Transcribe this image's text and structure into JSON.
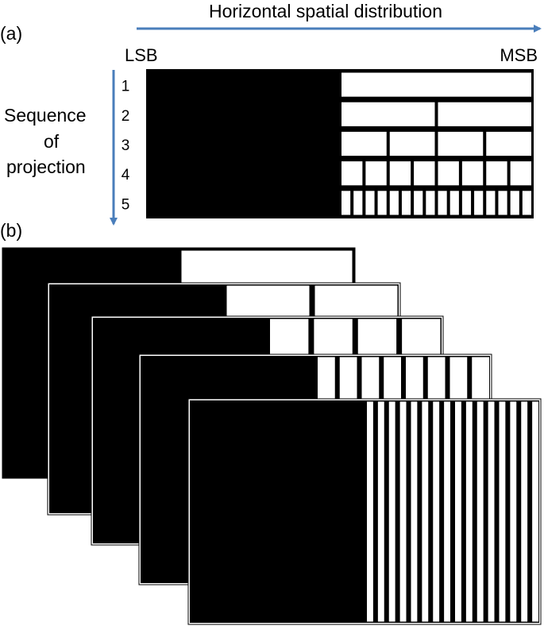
{
  "panel_a": {
    "label": "(a)",
    "axis_title": "Horizontal spatial distribution",
    "left_end_label": "LSB",
    "right_end_label": "MSB",
    "sequence_label_lines": [
      "Sequence",
      "of",
      "projection"
    ],
    "rows": [
      {
        "label": "1",
        "divisions": 2
      },
      {
        "label": "2",
        "divisions": 4
      },
      {
        "label": "3",
        "divisions": 8
      },
      {
        "label": "4",
        "divisions": 16
      },
      {
        "label": "5",
        "divisions": 32
      }
    ]
  },
  "panel_b": {
    "label": "(b)",
    "frames": [
      {
        "divisions": 2
      },
      {
        "divisions": 4
      },
      {
        "divisions": 8
      },
      {
        "divisions": 16
      },
      {
        "divisions": 32
      }
    ]
  },
  "colors": {
    "arrow": "#4a7ebb",
    "stripe_dark": "#000000",
    "stripe_light": "#ffffff"
  }
}
